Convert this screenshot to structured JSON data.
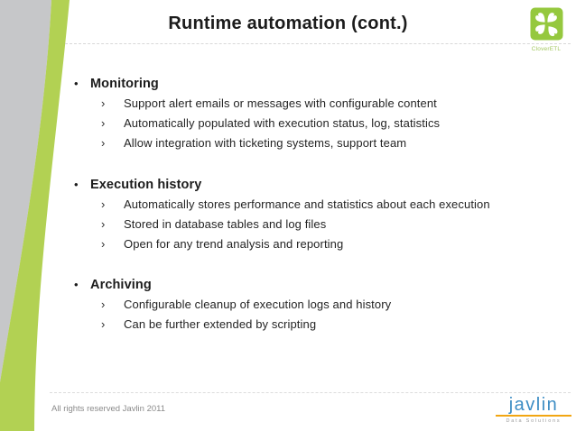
{
  "slide": {
    "title": "Runtime automation (cont.)",
    "footer": "All rights reserved Javlin 2011"
  },
  "logos": {
    "cloveretl": {
      "label": "CloverETL"
    },
    "javlin": {
      "word": "javlin",
      "tagline": "Data Solutions"
    }
  },
  "bullets": {
    "level1": "•",
    "level2": "›"
  },
  "sections": [
    {
      "heading": "Monitoring",
      "items": [
        "Support alert emails or messages with configurable content",
        "Automatically populated with execution status, log, statistics",
        "Allow integration with ticketing systems, support team"
      ]
    },
    {
      "heading": "Execution history",
      "items": [
        "Automatically stores performance and statistics about each execution",
        "Stored in database tables and log files",
        "Open for any trend analysis and reporting"
      ]
    },
    {
      "heading": "Archiving",
      "items": [
        "Configurable cleanup of execution logs and history",
        "Can be further extended by scripting"
      ]
    }
  ],
  "colors": {
    "swoosh_green": "#b2d153",
    "swoosh_gray": "#c6c7c9",
    "clover_green": "#95c83e",
    "javlin_blue": "#3d8dc4",
    "javlin_yellow": "#f2a612",
    "text_dark": "#1c1c1c",
    "text_gray": "#8b8b8b",
    "rule_gray": "#d8d8d8"
  }
}
